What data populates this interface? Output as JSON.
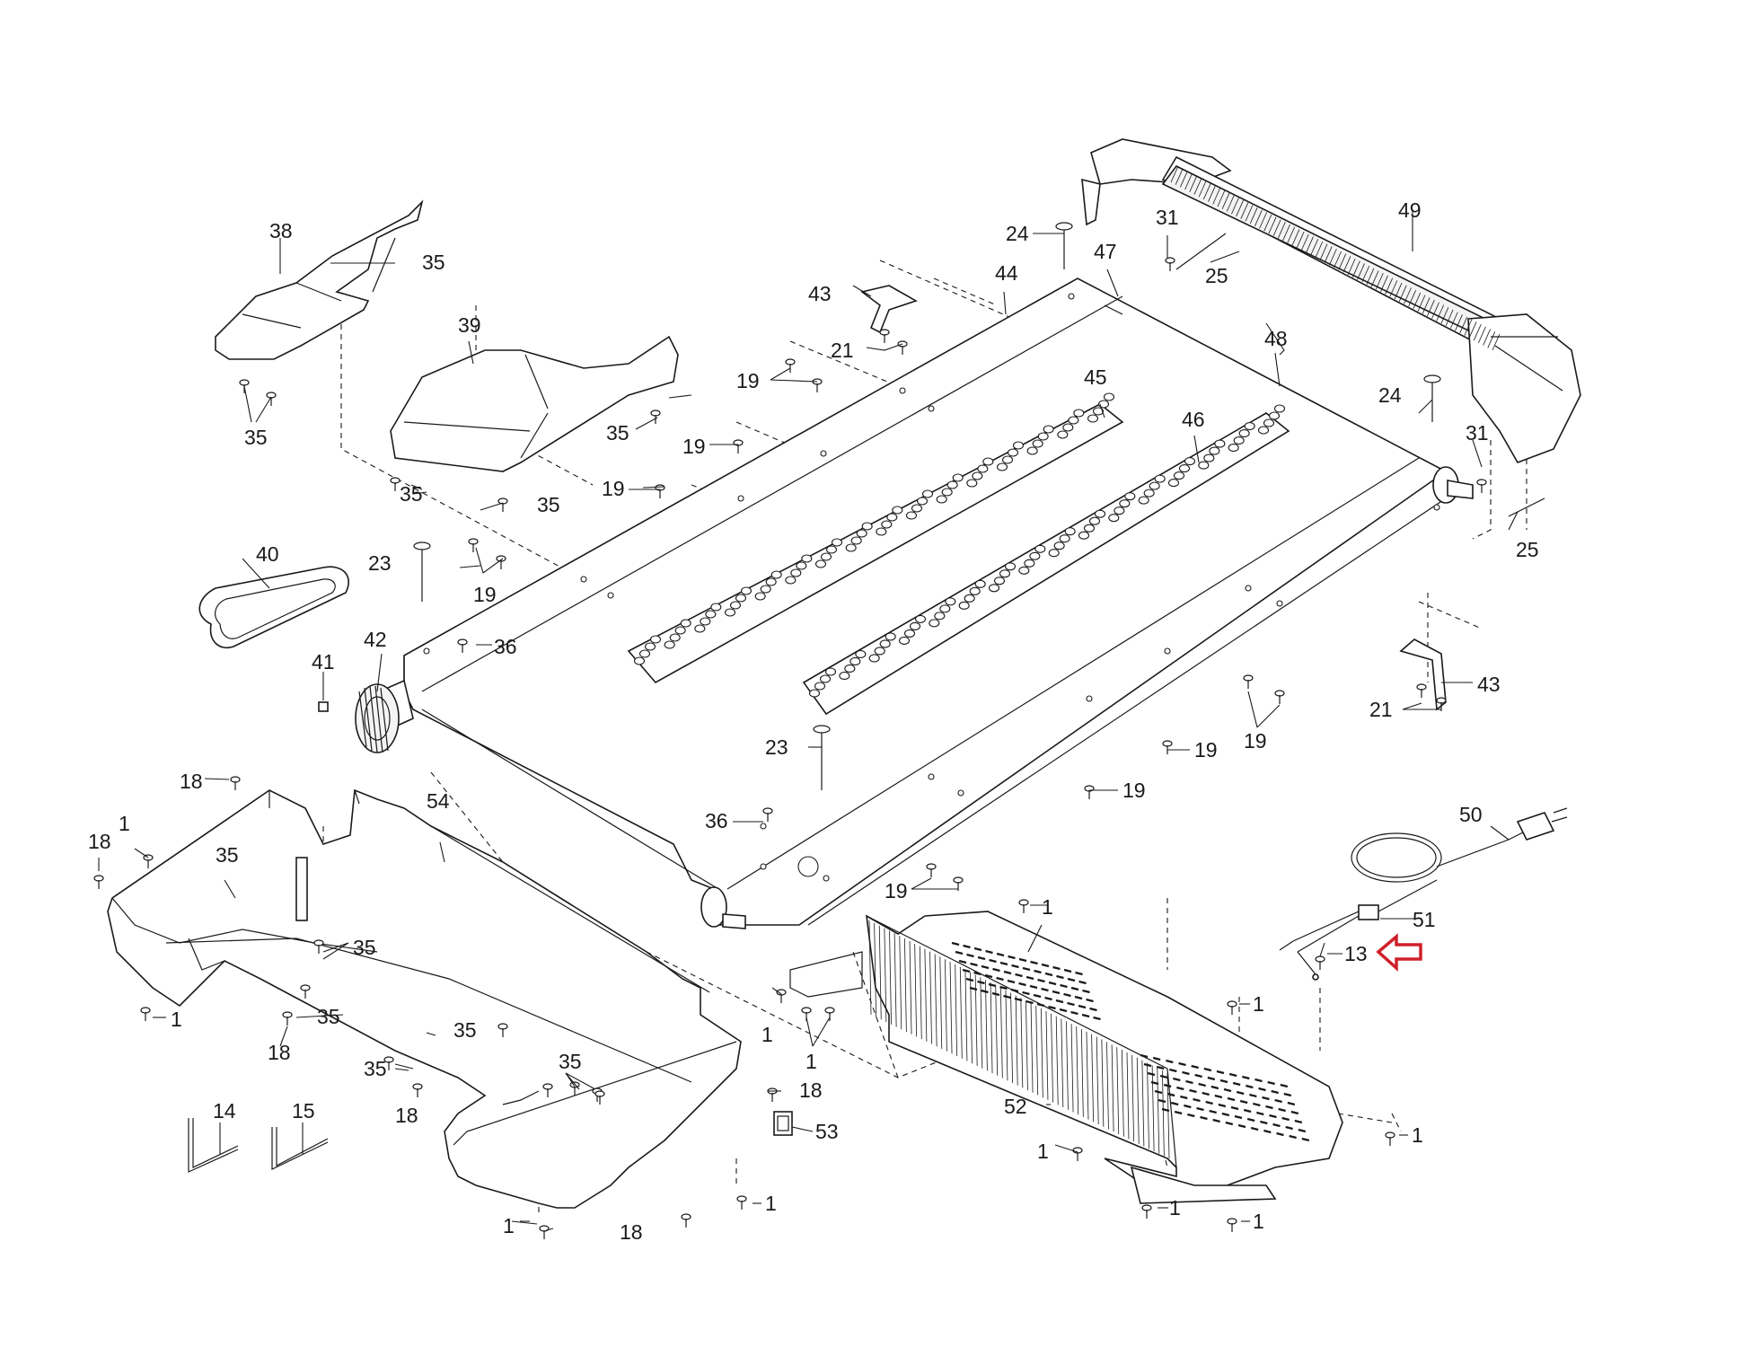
{
  "diagram": {
    "callouts": [
      "1",
      "13",
      "14",
      "15",
      "18",
      "19",
      "21",
      "23",
      "24",
      "25",
      "31",
      "35",
      "36",
      "38",
      "39",
      "40",
      "41",
      "42",
      "43",
      "44",
      "45",
      "46",
      "47",
      "48",
      "49",
      "50",
      "51",
      "52",
      "53",
      "54"
    ]
  },
  "colors": {
    "line": "#1a1a1a",
    "highlight_arrow": "#d0202a",
    "background": "#ffffff"
  },
  "icons": {
    "highlight": "left-arrow-icon"
  }
}
